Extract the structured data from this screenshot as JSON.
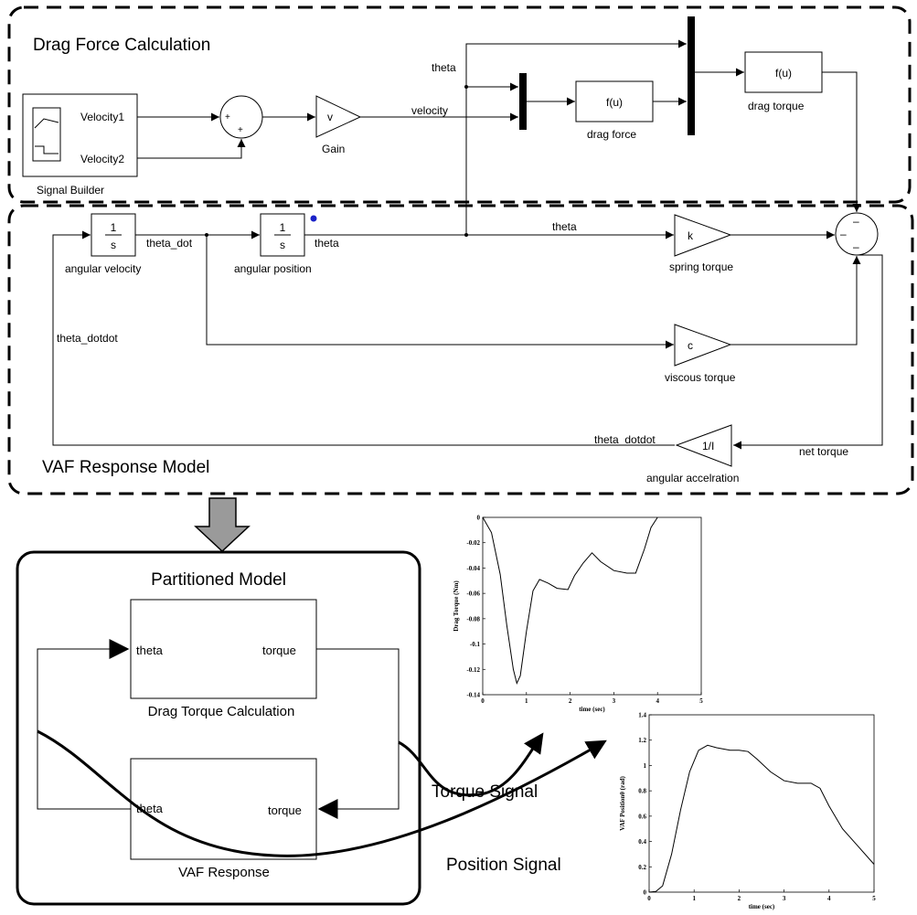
{
  "top": {
    "title": "Drag Force Calculation",
    "signal_builder": {
      "label": "Signal Builder",
      "out1": "Velocity1",
      "out2": "Velocity2"
    },
    "sum_signs": [
      "+",
      "+"
    ],
    "gain_block": {
      "symbol": "v",
      "label": "Gain"
    },
    "signals": {
      "theta": "theta",
      "velocity": "velocity"
    },
    "drag_force": {
      "expr": "f(u)",
      "label": "drag force"
    },
    "drag_torque": {
      "expr": "f(u)",
      "label": "drag torque"
    }
  },
  "response": {
    "title": "VAF Response Model",
    "integrator1": {
      "num": "1",
      "den": "s",
      "label": "angular velocity"
    },
    "integrator2": {
      "num": "1",
      "den": "s",
      "label": "angular position"
    },
    "signals": {
      "theta_dot": "theta_dot",
      "theta_out": "theta",
      "theta_mid": "theta",
      "theta_dotdot_left": "theta_dotdot",
      "theta_dotdot_bottom": "theta_dotdot",
      "net_torque": "net torque"
    },
    "spring": {
      "symbol": "k",
      "label": "spring torque"
    },
    "viscous": {
      "symbol": "c",
      "label": "viscous torque"
    },
    "inertia": {
      "symbol": "1/I",
      "label": "angular accelration"
    },
    "sum_signs": [
      "–",
      "–",
      "–"
    ]
  },
  "partitioned": {
    "title": "Partitioned Model",
    "drag_block": {
      "in": "theta",
      "out": "torque",
      "label": "Drag Torque Calculation"
    },
    "vaf_block": {
      "in": "theta",
      "out": "torque",
      "label": "VAF Response"
    },
    "torque_signal": "Torque Signal",
    "position_signal": "Position Signal"
  },
  "chart_data": [
    {
      "type": "line",
      "title": "",
      "xlabel": "time (sec)",
      "ylabel": "Drag Torque (Nm)",
      "xlim": [
        0,
        5
      ],
      "ylim": [
        -0.14,
        0
      ],
      "xticks": [
        "0",
        "1",
        "2",
        "3",
        "4",
        "5"
      ],
      "yticks": [
        "0",
        "-0.02",
        "-0.04",
        "-0.06",
        "-0.08",
        "-0.1",
        "-0.12",
        "-0.14"
      ],
      "x": [
        0,
        0.2,
        0.4,
        0.55,
        0.7,
        0.78,
        0.86,
        1.0,
        1.15,
        1.3,
        1.5,
        1.7,
        1.95,
        2.1,
        2.3,
        2.5,
        2.7,
        3.0,
        3.3,
        3.5,
        3.7,
        3.85,
        4.0
      ],
      "series": [
        {
          "values": [
            0,
            -0.012,
            -0.045,
            -0.085,
            -0.12,
            -0.131,
            -0.125,
            -0.09,
            -0.058,
            -0.049,
            -0.052,
            -0.056,
            -0.057,
            -0.046,
            -0.036,
            -0.028,
            -0.035,
            -0.042,
            -0.044,
            -0.044,
            -0.025,
            -0.008,
            0
          ]
        }
      ]
    },
    {
      "type": "line",
      "title": "",
      "xlabel": "time (sec)",
      "ylabel": "VAF Positionθ (rad)",
      "xlim": [
        0,
        5
      ],
      "ylim": [
        0,
        1.4
      ],
      "xticks": [
        "0",
        "1",
        "2",
        "3",
        "4",
        "5"
      ],
      "yticks": [
        "0",
        "0.2",
        "0.4",
        "0.6",
        "0.8",
        "1",
        "1.2",
        "1.4"
      ],
      "x": [
        0,
        0.15,
        0.3,
        0.5,
        0.7,
        0.9,
        1.1,
        1.3,
        1.5,
        1.8,
        2.0,
        2.2,
        2.4,
        2.7,
        3.0,
        3.3,
        3.6,
        3.8,
        4.0,
        4.3,
        4.6,
        5.0
      ],
      "series": [
        {
          "values": [
            0,
            0.005,
            0.05,
            0.3,
            0.65,
            0.95,
            1.12,
            1.16,
            1.14,
            1.12,
            1.12,
            1.11,
            1.05,
            0.95,
            0.88,
            0.86,
            0.86,
            0.82,
            0.68,
            0.5,
            0.38,
            0.22
          ]
        }
      ]
    }
  ]
}
